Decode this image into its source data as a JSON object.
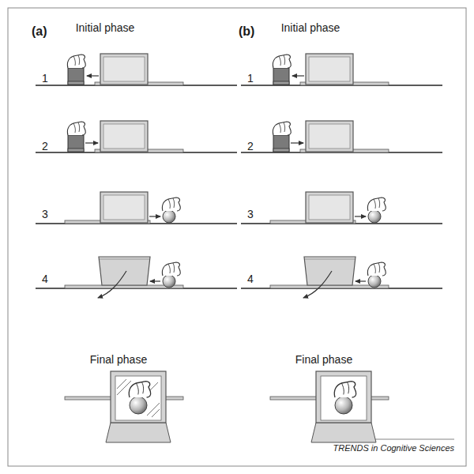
{
  "diagram": {
    "labels": [
      "(a)",
      "Initial phase",
      "1",
      "2",
      "3",
      "4",
      "Final phase",
      "(b)",
      "Initial phase",
      "1",
      "2",
      "3",
      "4",
      "Final phase",
      "TRENDS in Cognitive Sciences"
    ]
  }
}
